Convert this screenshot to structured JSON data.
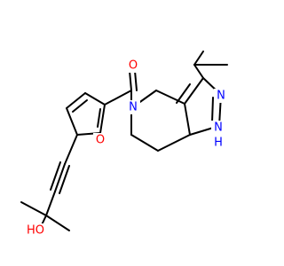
{
  "molecule": {
    "atoms": {
      "carbonyl_oxygen": "O",
      "piperidine_nitrogen": "N",
      "pyrazole_nitrogen_n2": "N",
      "pyrazole_nitrogen_n1h": "N",
      "pyrazole_hydrogen": "H",
      "furan_oxygen": "O",
      "hydroxyl": "HO"
    },
    "colors": {
      "oxygen": "#ff0000",
      "nitrogen": "#0000ff",
      "bond": "#000000",
      "background": "#ffffff"
    }
  }
}
